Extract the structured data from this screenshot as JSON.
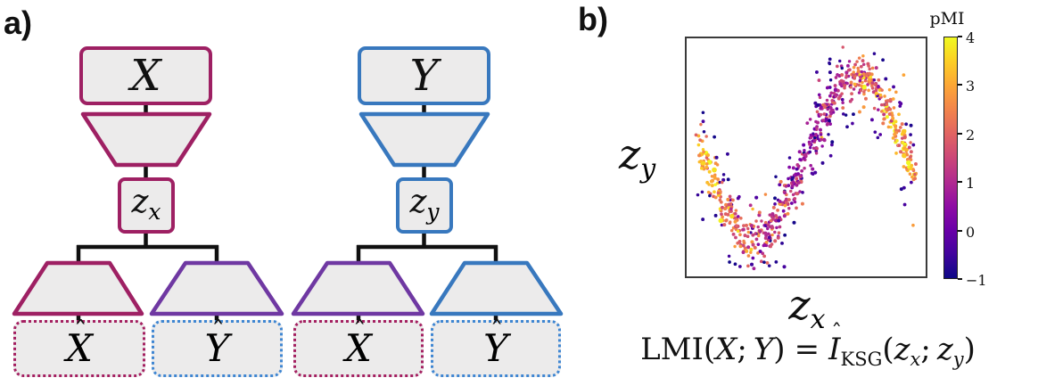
{
  "panel_a": {
    "label": "a)",
    "colors": {
      "x_branch": "#9E2063",
      "y_branch": "#3878BE",
      "cross_decoder": "#6F38A2",
      "x_dotted": "#A42061",
      "y_dotted": "#3F86D2",
      "box_fill": "#ECEBEB",
      "connector": "#101010"
    },
    "x_branch": {
      "input": "X",
      "latent_base": "z",
      "latent_sub": "x"
    },
    "y_branch": {
      "input": "Y",
      "latent_base": "z",
      "latent_sub": "y"
    },
    "outputs": {
      "hat": "ˆ",
      "xhat_letter": "X",
      "yhat_letter": "Y"
    }
  },
  "panel_b": {
    "label": "b)",
    "equation": {
      "fn": "LMI",
      "open": "(",
      "arg_x": "X",
      "sep": ";",
      "arg_y": "Y",
      "close": ")",
      "equals": "=",
      "hat": "ˆ",
      "estimator": "I",
      "estimator_sub": "KSG",
      "open2": "(",
      "z1": "z",
      "z1_sub": "x",
      "sep2": ";",
      "z2": "z",
      "z2_sub": "y",
      "close2": ")"
    }
  },
  "chart_data": {
    "type": "scatter",
    "title": "",
    "xlabel": {
      "base": "z",
      "sub": "x"
    },
    "ylabel": {
      "base": "z",
      "sub": "y"
    },
    "axes": {
      "tick_labels_shown": false,
      "frame_color": "#3a3a3a",
      "background": "#ffffff"
    },
    "description": "Latent embedding scatter: ~820 points forming a noisy sine-wave manifold in (z_x, z_y), colored by pointwise mutual information (pMI, plasma colormap). On-manifold points have pMI ~ 1 to 4 (warmest at both ends of the curve); scattered off-manifold points have pMI ~ -1 (dark navy).",
    "colorbar": {
      "title": "pMI",
      "vmin": -1,
      "vmax": 4,
      "tick_values": [
        4,
        3,
        2,
        1,
        0,
        -1
      ],
      "tick_labels": [
        "4",
        "3",
        "2",
        "1",
        "0",
        "−1"
      ],
      "colormap": "plasma",
      "stops": [
        {
          "t": 0.0,
          "color": "#0d0887"
        },
        {
          "t": 0.1,
          "color": "#41049d"
        },
        {
          "t": 0.2,
          "color": "#6a00a8"
        },
        {
          "t": 0.3,
          "color": "#8f0da4"
        },
        {
          "t": 0.4,
          "color": "#b12a90"
        },
        {
          "t": 0.5,
          "color": "#cc4778"
        },
        {
          "t": 0.6,
          "color": "#e16462"
        },
        {
          "t": 0.7,
          "color": "#f2844b"
        },
        {
          "t": 0.8,
          "color": "#fca636"
        },
        {
          "t": 0.9,
          "color": "#fcce25"
        },
        {
          "t": 1.0,
          "color": "#f0f921"
        }
      ]
    },
    "generator": {
      "seed": 7,
      "n_points": 820,
      "x_range_frac": [
        0.055,
        0.955
      ],
      "curve": "y_frac = 0.5 - 0.34*sin(2*pi*(x_frac-0.5)/0.86)",
      "midline": 0.5,
      "amplitude": 0.34,
      "period": 0.86,
      "core_noise_sigma": 0.042,
      "spread_fraction": 0.1,
      "spread_noise_sigma": 0.1,
      "outlier_fraction": 0.13,
      "outlier_offset_range": [
        0.05,
        0.22
      ],
      "pmi_core": "0.7 + 2.5*(|x_frac-0.5|/0.45)^1.3 + N(0,0.75)",
      "pmi_outlier": "uniform(-1, -0.15)",
      "point_radius_px": 1.7
    }
  }
}
